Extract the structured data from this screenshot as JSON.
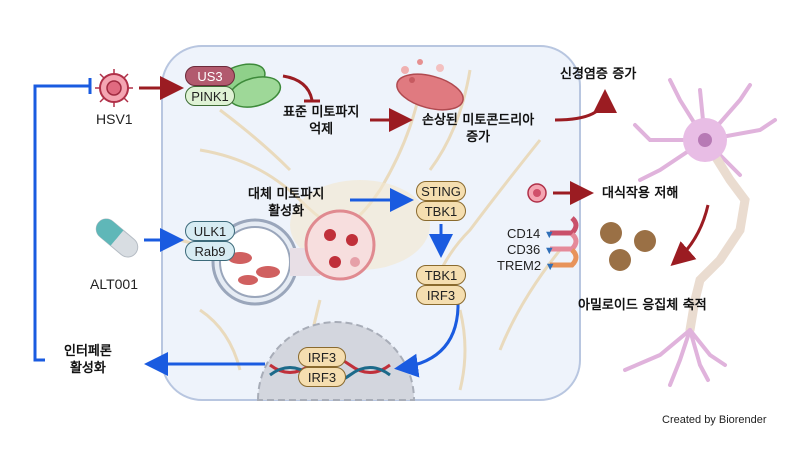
{
  "title": "HSV1 / ALT001 mitophagy signaling diagram",
  "left": {
    "virus_label": "HSV1",
    "drug_label": "ALT001",
    "interferon_label_line1": "인터페론",
    "interferon_label_line2": "활성화"
  },
  "cell": {
    "complex_top": {
      "a": "US3",
      "b": "PINK1"
    },
    "canonical_label_line1": "표준 미토파지",
    "canonical_label_line2": "억제",
    "damaged_label_line1": "손상된 미토콘드리아",
    "damaged_label_line2": "증가",
    "alt_label_line1": "대체 미토파지",
    "alt_label_line2": "활성화",
    "ulk": {
      "a": "ULK1",
      "b": "Rab9"
    },
    "sting": {
      "a": "STING",
      "b": "TBK1"
    },
    "tbk": {
      "a": "TBK1",
      "b": "IRF3"
    },
    "nucleus": {
      "a": "IRF3",
      "b": "IRF3"
    },
    "receptors": [
      {
        "label": "CD14",
        "arrow": "▼",
        "color": "#c9506a"
      },
      {
        "label": "CD36",
        "arrow": "▼",
        "color": "#e58a9a"
      },
      {
        "label": "TREM2",
        "arrow": "▼",
        "color": "#e8935a"
      }
    ]
  },
  "right": {
    "neuroinflammation": "신경염증 증가",
    "phagocytosis": "대식작용 저해",
    "amyloid": "아밀로이드 응집체 축적"
  },
  "credit": "Created by Biorender",
  "colors": {
    "red_arrow": "#9b1c22",
    "blue_arrow": "#1a5be0",
    "cell_fill": "#eef3fb",
    "cell_border": "#b8c6e0",
    "neuron": "#e0b3dc"
  }
}
